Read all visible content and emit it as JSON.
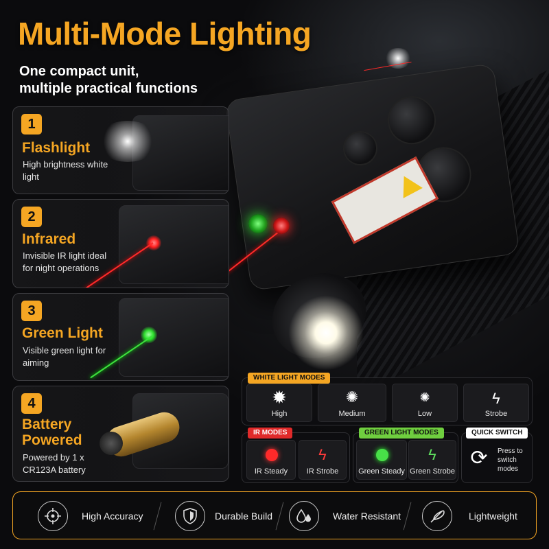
{
  "header": {
    "title": "Multi-Mode Lighting",
    "subtitle_line1": "One compact unit,",
    "subtitle_line2": "multiple practical functions"
  },
  "features": [
    {
      "number": "1",
      "title": "Flashlight",
      "desc": "High brightness white light",
      "icon": "flashlight-beam"
    },
    {
      "number": "2",
      "title": "Infrared",
      "desc": "Invisible IR light ideal for night operations",
      "icon": "red-laser"
    },
    {
      "number": "3",
      "title": "Green Light",
      "desc": "Visible green light for aiming",
      "icon": "green-laser"
    },
    {
      "number": "4",
      "title_line1": "Battery",
      "title_line2": "Powered",
      "desc": "Powered by 1 x CR123A battery",
      "icon": "battery"
    }
  ],
  "white_modes": {
    "tag": "WHITE LIGHT MODES",
    "items": [
      {
        "label": "High",
        "icon": "sun-high-icon"
      },
      {
        "label": "Medium",
        "icon": "sun-medium-icon"
      },
      {
        "label": "Low",
        "icon": "sun-low-icon"
      },
      {
        "label": "Strobe",
        "icon": "lightning-icon"
      }
    ]
  },
  "ir_modes": {
    "tag": "IR MODES",
    "items": [
      {
        "label": "IR Steady",
        "icon": "red-dot-icon"
      },
      {
        "label": "IR Strobe",
        "icon": "red-lightning-icon"
      }
    ]
  },
  "green_modes": {
    "tag": "GREEN LIGHT MODES",
    "items": [
      {
        "label": "Green Steady",
        "icon": "green-dot-icon"
      },
      {
        "label": "Green Strobe",
        "icon": "green-lightning-icon"
      }
    ]
  },
  "quick_switch": {
    "tag": "QUICK SWITCH",
    "text": "Press to switch modes",
    "icon": "cycle-arrows-icon"
  },
  "bottom_features": [
    {
      "label": "High Accuracy",
      "icon": "crosshair-icon"
    },
    {
      "label": "Durable Build",
      "icon": "shield-icon"
    },
    {
      "label": "Water Resistant",
      "icon": "water-drops-icon"
    },
    {
      "label": "Lightweight",
      "icon": "feather-icon"
    }
  ],
  "colors": {
    "accent": "#f5a623",
    "ir_red": "#e02a2a",
    "green": "#6fce3f",
    "white_tag": "#f5a623"
  }
}
